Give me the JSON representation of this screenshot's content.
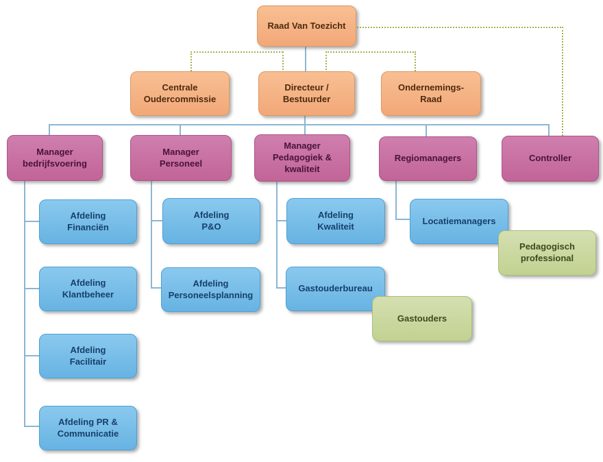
{
  "palette": {
    "orange_box": "#F2A878",
    "pink_box": "#C26497",
    "blue_box": "#67B3E3",
    "green_box": "#C2D291",
    "solid_connector": "#8AB6D2",
    "dotted_connector": "#A4B24A"
  },
  "nodes": {
    "raad": {
      "label": "Raad Van Toezicht"
    },
    "centrale": {
      "label": "Centrale\nOudercommissie"
    },
    "directeur": {
      "label": "Directeur /\nBestuurder"
    },
    "ondernemings": {
      "label": "Ondernemings-\nRaad"
    },
    "mbedrijf": {
      "label": "Manager\nbedrijfsvoering"
    },
    "mpersoneel": {
      "label": "Manager\nPersoneel"
    },
    "mpedagogiek": {
      "label": "Manager\nPedagogiek &\nkwaliteit"
    },
    "regio": {
      "label": "Regiomanagers"
    },
    "controller": {
      "label": "Controller"
    },
    "financien": {
      "label": "Afdeling\nFinanciën"
    },
    "klantbeheer": {
      "label": "Afdeling\nKlantbeheer"
    },
    "facilitair": {
      "label": "Afdeling\nFacilitair"
    },
    "pr": {
      "label": "Afdeling PR &\nCommunicatie"
    },
    "po": {
      "label": "Afdeling\nP&O"
    },
    "persplanning": {
      "label": "Afdeling\nPersoneelsplanning"
    },
    "kwaliteit": {
      "label": "Afdeling\nKwaliteit"
    },
    "gastouderbureau": {
      "label": "Gastouderbureau"
    },
    "locatie": {
      "label": "Locatiemanagers"
    },
    "pedagogisch": {
      "label": "Pedagogisch\nprofessional"
    },
    "gastouders": {
      "label": "Gastouders"
    }
  },
  "relationships": {
    "solid": [
      {
        "from": "Raad Van Toezicht",
        "to": "Directeur / Bestuurder"
      },
      {
        "from": "Directeur / Bestuurder",
        "to": "Manager bedrijfsvoering"
      },
      {
        "from": "Directeur / Bestuurder",
        "to": "Manager Personeel"
      },
      {
        "from": "Directeur / Bestuurder",
        "to": "Manager Pedagogiek & kwaliteit"
      },
      {
        "from": "Directeur / Bestuurder",
        "to": "Regiomanagers"
      },
      {
        "from": "Directeur / Bestuurder",
        "to": "Controller"
      },
      {
        "from": "Manager bedrijfsvoering",
        "to": "Afdeling Financiën"
      },
      {
        "from": "Manager bedrijfsvoering",
        "to": "Afdeling Klantbeheer"
      },
      {
        "from": "Manager bedrijfsvoering",
        "to": "Afdeling Facilitair"
      },
      {
        "from": "Manager bedrijfsvoering",
        "to": "Afdeling PR & Communicatie"
      },
      {
        "from": "Manager Personeel",
        "to": "Afdeling P&O"
      },
      {
        "from": "Manager Personeel",
        "to": "Afdeling Personeelsplanning"
      },
      {
        "from": "Manager Pedagogiek & kwaliteit",
        "to": "Afdeling Kwaliteit"
      },
      {
        "from": "Manager Pedagogiek & kwaliteit",
        "to": "Gastouderbureau"
      },
      {
        "from": "Regiomanagers",
        "to": "Locatiemanagers"
      }
    ],
    "dotted": [
      {
        "from": "Directeur / Bestuurder",
        "to": "Centrale Oudercommissie"
      },
      {
        "from": "Directeur / Bestuurder",
        "to": "Ondernemings-Raad"
      },
      {
        "from": "Raad Van Toezicht",
        "to": "Controller"
      }
    ],
    "adjacent": [
      {
        "near": "Locatiemanagers",
        "box": "Pedagogisch professional"
      },
      {
        "near": "Gastouderbureau",
        "box": "Gastouders"
      }
    ]
  }
}
